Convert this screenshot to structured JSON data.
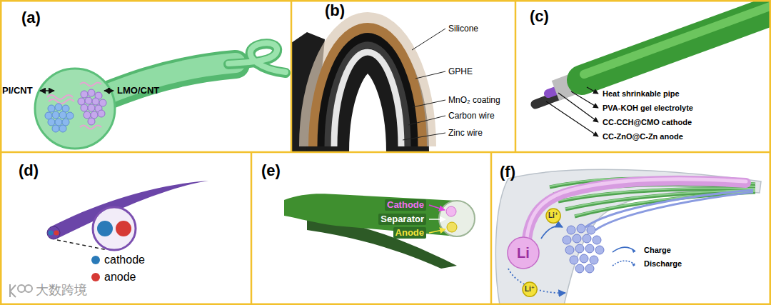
{
  "diagram": {
    "nodes": [
      {
        "text": [
          "Li⁺"
        ]
      },
      {
        "text": [
          "Li"
        ]
      },
      {
        "text": [
          "Li⁺"
        ]
      }
    ],
    "labels": [
      "(a)",
      "PI/CNT",
      "LMO/CNT",
      "(b)",
      "Silicone",
      "GPHE",
      "MnO₂ coating",
      "Carbon wire",
      "Zinc wire",
      "(c)",
      "Heat shrinkable pipe",
      "PVA-KOH gel electrolyte",
      "CC-CCH@CMO cathode",
      "CC-ZnO@C-Zn anode",
      "(d)",
      "(e)",
      "Cathode",
      "Separator",
      "Anode",
      "(f)",
      "大数跨境"
    ],
    "legend": [
      {
        "text": "cathode",
        "color": "#2a7ab8"
      },
      {
        "text": "anode",
        "color": "#d63a35"
      },
      {
        "text": "Charge"
      },
      {
        "text": "Discharge"
      }
    ]
  }
}
